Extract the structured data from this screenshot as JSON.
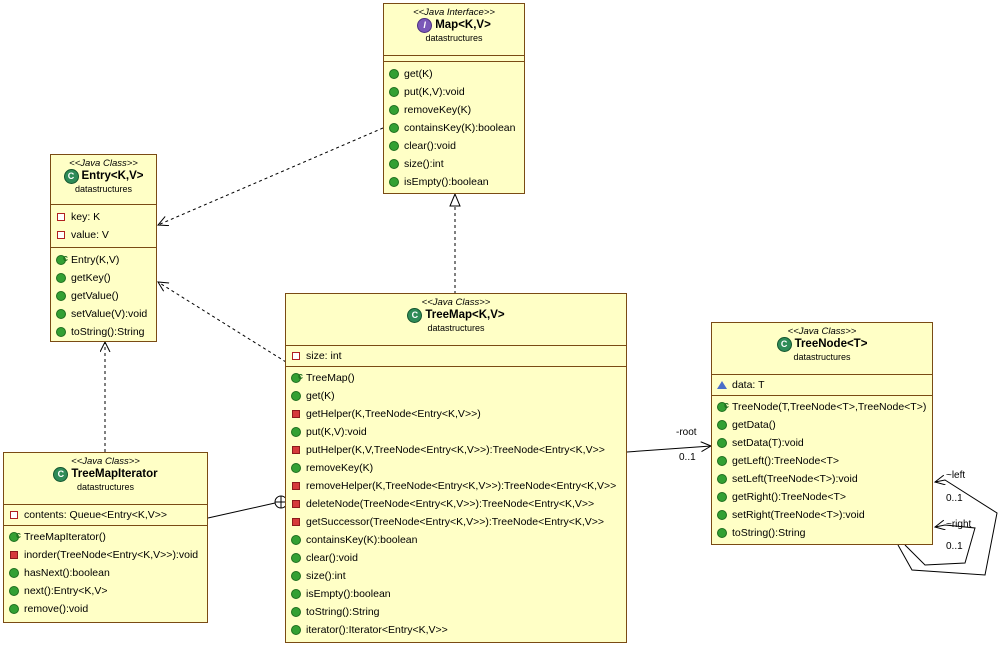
{
  "map": {
    "stereotype": "<<Java Interface>>",
    "name": "Map<K,V>",
    "package": "datastructures",
    "icon": "interface-icon",
    "methods": [
      "get(K)",
      "put(K,V):void",
      "removeKey(K)",
      "containsKey(K):boolean",
      "clear():void",
      "size():int",
      "isEmpty():boolean"
    ]
  },
  "entry": {
    "stereotype": "<<Java Class>>",
    "name": "Entry<K,V>",
    "package": "datastructures",
    "icon": "class-icon",
    "fields": [
      "key: K",
      "value: V"
    ],
    "methods": [
      "Entry(K,V)",
      "getKey()",
      "getValue()",
      "setValue(V):void",
      "toString():String"
    ]
  },
  "treemap": {
    "stereotype": "<<Java Class>>",
    "name": "TreeMap<K,V>",
    "package": "datastructures",
    "icon": "class-icon",
    "fields": [
      "size: int"
    ],
    "methods": [
      "TreeMap()",
      "get(K)",
      "getHelper(K,TreeNode<Entry<K,V>>)",
      "put(K,V):void",
      "putHelper(K,V,TreeNode<Entry<K,V>>):TreeNode<Entry<K,V>>",
      "removeKey(K)",
      "removeHelper(K,TreeNode<Entry<K,V>>):TreeNode<Entry<K,V>>",
      "deleteNode(TreeNode<Entry<K,V>>):TreeNode<Entry<K,V>>",
      "getSuccessor(TreeNode<Entry<K,V>>):TreeNode<Entry<K,V>>",
      "containsKey(K):boolean",
      "clear():void",
      "size():int",
      "isEmpty():boolean",
      "toString():String",
      "iterator():Iterator<Entry<K,V>>"
    ]
  },
  "treenode": {
    "stereotype": "<<Java Class>>",
    "name": "TreeNode<T>",
    "package": "datastructures",
    "icon": "class-icon",
    "fields": [
      "data: T"
    ],
    "methods": [
      "TreeNode(T,TreeNode<T>,TreeNode<T>)",
      "getData()",
      "setData(T):void",
      "getLeft():TreeNode<T>",
      "setLeft(TreeNode<T>):void",
      "getRight():TreeNode<T>",
      "setRight(TreeNode<T>):void",
      "toString():String"
    ]
  },
  "iterator": {
    "stereotype": "<<Java Class>>",
    "name": "TreeMapIterator",
    "package": "datastructures",
    "icon": "class-icon",
    "fields": [
      "contents: Queue<Entry<K,V>>"
    ],
    "methods": [
      "TreeMapIterator()",
      "inorder(TreeNode<Entry<K,V>>):void",
      "hasNext():boolean",
      "next():Entry<K,V>",
      "remove():void"
    ]
  },
  "associations": {
    "root_role": "-root",
    "root_mult": "0..1",
    "left_role": "~left",
    "left_mult": "0..1",
    "right_role": "~right",
    "right_mult": "0..1"
  },
  "colors": {
    "class_fill": "#ffffc6",
    "border": "#7a4b14",
    "public": "#33a033",
    "private": "#d63a3a"
  }
}
